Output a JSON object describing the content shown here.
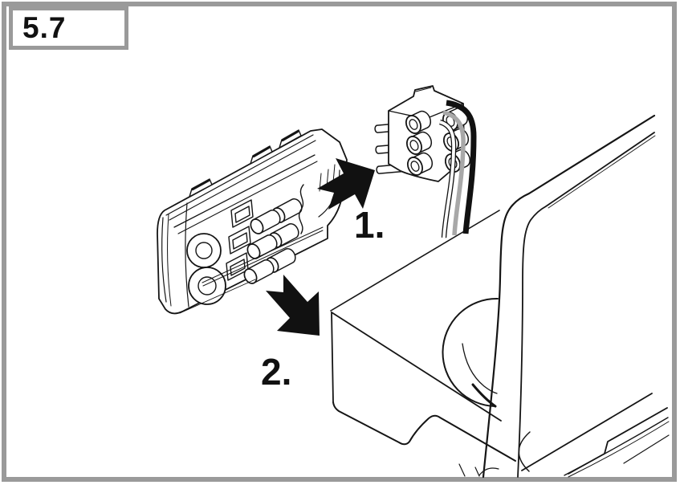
{
  "figure": {
    "section_label": "5.7",
    "steps": [
      {
        "label": "1."
      },
      {
        "label": "2."
      }
    ],
    "colors": {
      "line": "#151515",
      "frame_gray": "#9a9a9a",
      "wire_gray": "#a8a8a8",
      "arrow_black": "#111111",
      "background": "#ffffff"
    }
  }
}
